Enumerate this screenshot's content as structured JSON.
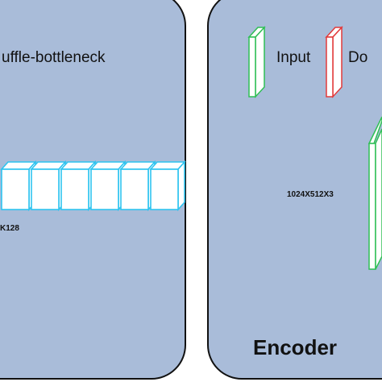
{
  "left_panel": {
    "title": "uffle-bottleneck",
    "dimension_label": "K128",
    "block_count": 6
  },
  "right_panel": {
    "legend": [
      {
        "label": "Input",
        "color": "#2fbf55"
      },
      {
        "label": "Do",
        "color": "#e23a3a"
      }
    ],
    "dimension_label": "1024X512X3",
    "section_label": "Encoder"
  },
  "colors": {
    "panel_fill": "#a9bcd9",
    "panel_stroke": "#111111",
    "block_stroke": "#2ec4f0",
    "block_fill": "#ffffff",
    "input_color": "#2fbf55",
    "down_color": "#e23a3a"
  }
}
